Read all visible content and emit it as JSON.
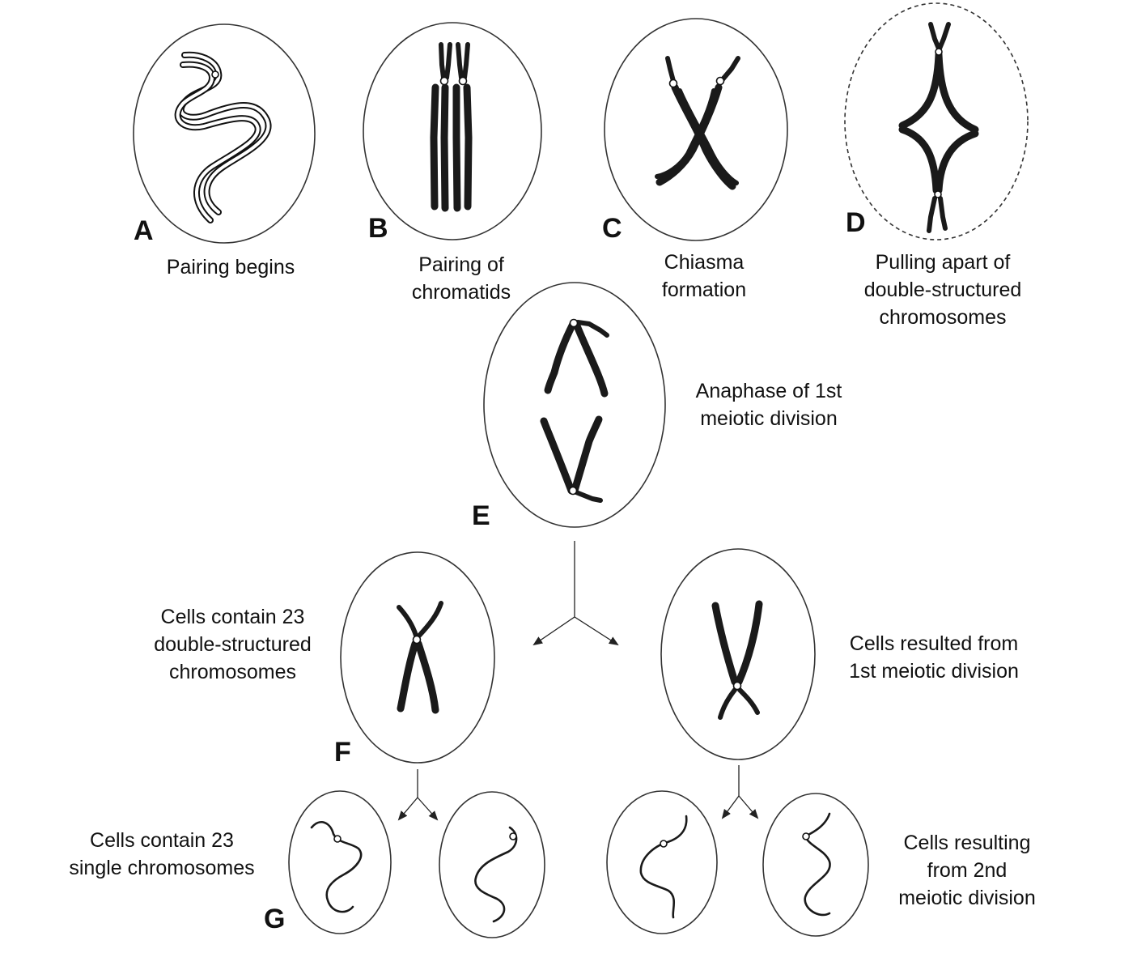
{
  "stages": {
    "a": {
      "letter": "A",
      "caption": [
        "Pairing begins"
      ]
    },
    "b": {
      "letter": "B",
      "caption": [
        "Pairing of",
        "chromatids"
      ]
    },
    "c": {
      "letter": "C",
      "caption": [
        "Chiasma",
        "formation"
      ]
    },
    "d": {
      "letter": "D",
      "caption": [
        "Pulling apart of",
        "double-structured",
        "chromosomes"
      ]
    },
    "e": {
      "letter": "E",
      "caption": [
        "Anaphase of 1st",
        "meiotic division"
      ]
    },
    "f": {
      "letter": "F",
      "caption": [
        "Cells contain 23",
        "double-structured",
        "chromosomes"
      ]
    },
    "f_right": {
      "caption": [
        "Cells resulted from",
        "1st meiotic division"
      ]
    },
    "g": {
      "letter": "G",
      "caption": [
        "Cells contain 23",
        "single chromosomes"
      ]
    },
    "g_right": {
      "caption": [
        "Cells resulting",
        "from 2nd",
        "meiotic division"
      ]
    }
  }
}
